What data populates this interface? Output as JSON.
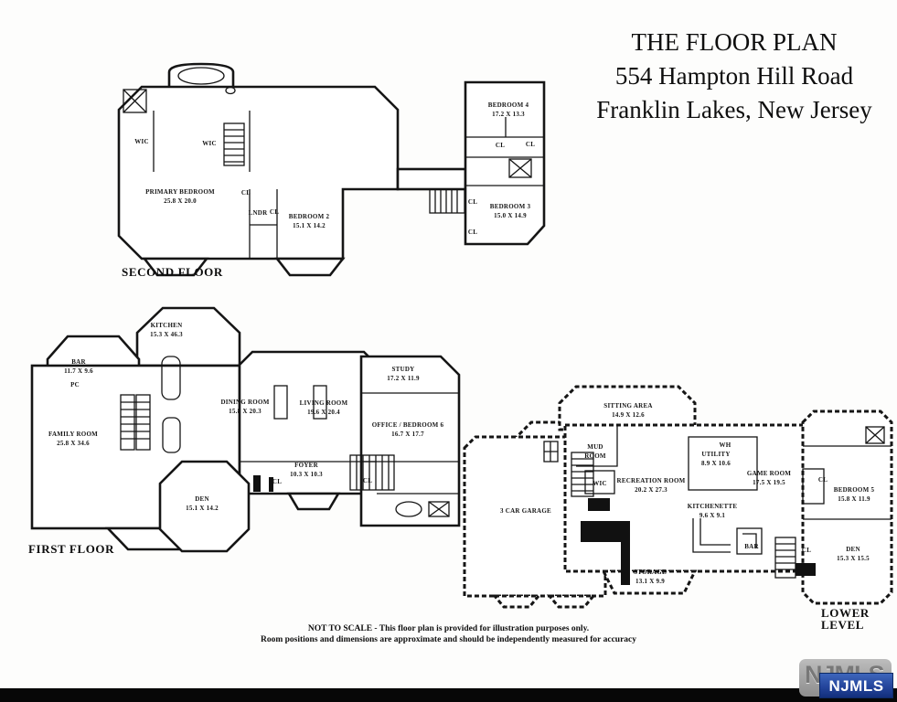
{
  "header": {
    "title_line1": "THE FLOOR PLAN",
    "title_line2": "554 Hampton Hill Road",
    "title_line3": "Franklin Lakes, New Jersey"
  },
  "floors": {
    "second": {
      "label": "SECOND FLOOR",
      "rooms": [
        {
          "name": "WIC"
        },
        {
          "name": "WIC"
        },
        {
          "name": "PRIMARY BEDROOM",
          "dims": "25.8 X 20.0"
        },
        {
          "name": "CL"
        },
        {
          "name": "LNDR"
        },
        {
          "name": "CL"
        },
        {
          "name": "BEDROOM 2",
          "dims": "15.1 X 14.2"
        },
        {
          "name": "BEDROOM 4",
          "dims": "17.2 X 13.3"
        },
        {
          "name": "CL"
        },
        {
          "name": "CL"
        },
        {
          "name": "BEDROOM 3",
          "dims": "15.0 X 14.9"
        },
        {
          "name": "CL"
        },
        {
          "name": "CL"
        }
      ]
    },
    "first": {
      "label": "FIRST FLOOR",
      "rooms": [
        {
          "name": "BAR",
          "dims": "11.7 X 9.6"
        },
        {
          "name": "PC"
        },
        {
          "name": "KITCHEN",
          "dims": "15.3 X 46.3"
        },
        {
          "name": "FAMILY ROOM",
          "dims": "25.8 X 34.6"
        },
        {
          "name": "DINING ROOM",
          "dims": "15.8 X 20.3"
        },
        {
          "name": "LIVING ROOM",
          "dims": "19.6 X 20.4"
        },
        {
          "name": "STUDY",
          "dims": "17.2 X 11.9"
        },
        {
          "name": "OFFICE / BEDROOM 6",
          "dims": "16.7 X 17.7"
        },
        {
          "name": "FOYER",
          "dims": "10.3 X 10.3"
        },
        {
          "name": "CL"
        },
        {
          "name": "CL"
        },
        {
          "name": "DEN",
          "dims": "15.1 X 14.2"
        }
      ]
    },
    "lower": {
      "label": "LOWER LEVEL",
      "rooms": [
        {
          "name": "SITTING AREA",
          "dims": "14.9 X 12.6"
        },
        {
          "name": "MUD ROOM"
        },
        {
          "name": "WIC"
        },
        {
          "name": "WH"
        },
        {
          "name": "UTILITY",
          "dims": "8.9 X 10.6"
        },
        {
          "name": "RECREATION ROOM",
          "dims": "20.2 X 27.3"
        },
        {
          "name": "GAME ROOM",
          "dims": "17.5 X 19.5"
        },
        {
          "name": "3 CAR GARAGE"
        },
        {
          "name": "KITCHENETTE",
          "dims": "9.6 X 9.1"
        },
        {
          "name": "BAR"
        },
        {
          "name": "CL"
        },
        {
          "name": "CL"
        },
        {
          "name": "BEDROOM 5",
          "dims": "15.8 X 11.9"
        },
        {
          "name": "DEN",
          "dims": "15.3 X 15.5"
        },
        {
          "name": "STORAGE",
          "dims": "13.1 X 9.9"
        }
      ]
    }
  },
  "footer": {
    "disclaimer_line1": "NOT TO SCALE - This floor plan is provided for illustration purposes only.",
    "disclaimer_line2": "Room positions and dimensions are approximate and should be independently measured for accuracy"
  },
  "logo": {
    "base_text": "NJMLS",
    "overlay_text": "NJMLS"
  }
}
